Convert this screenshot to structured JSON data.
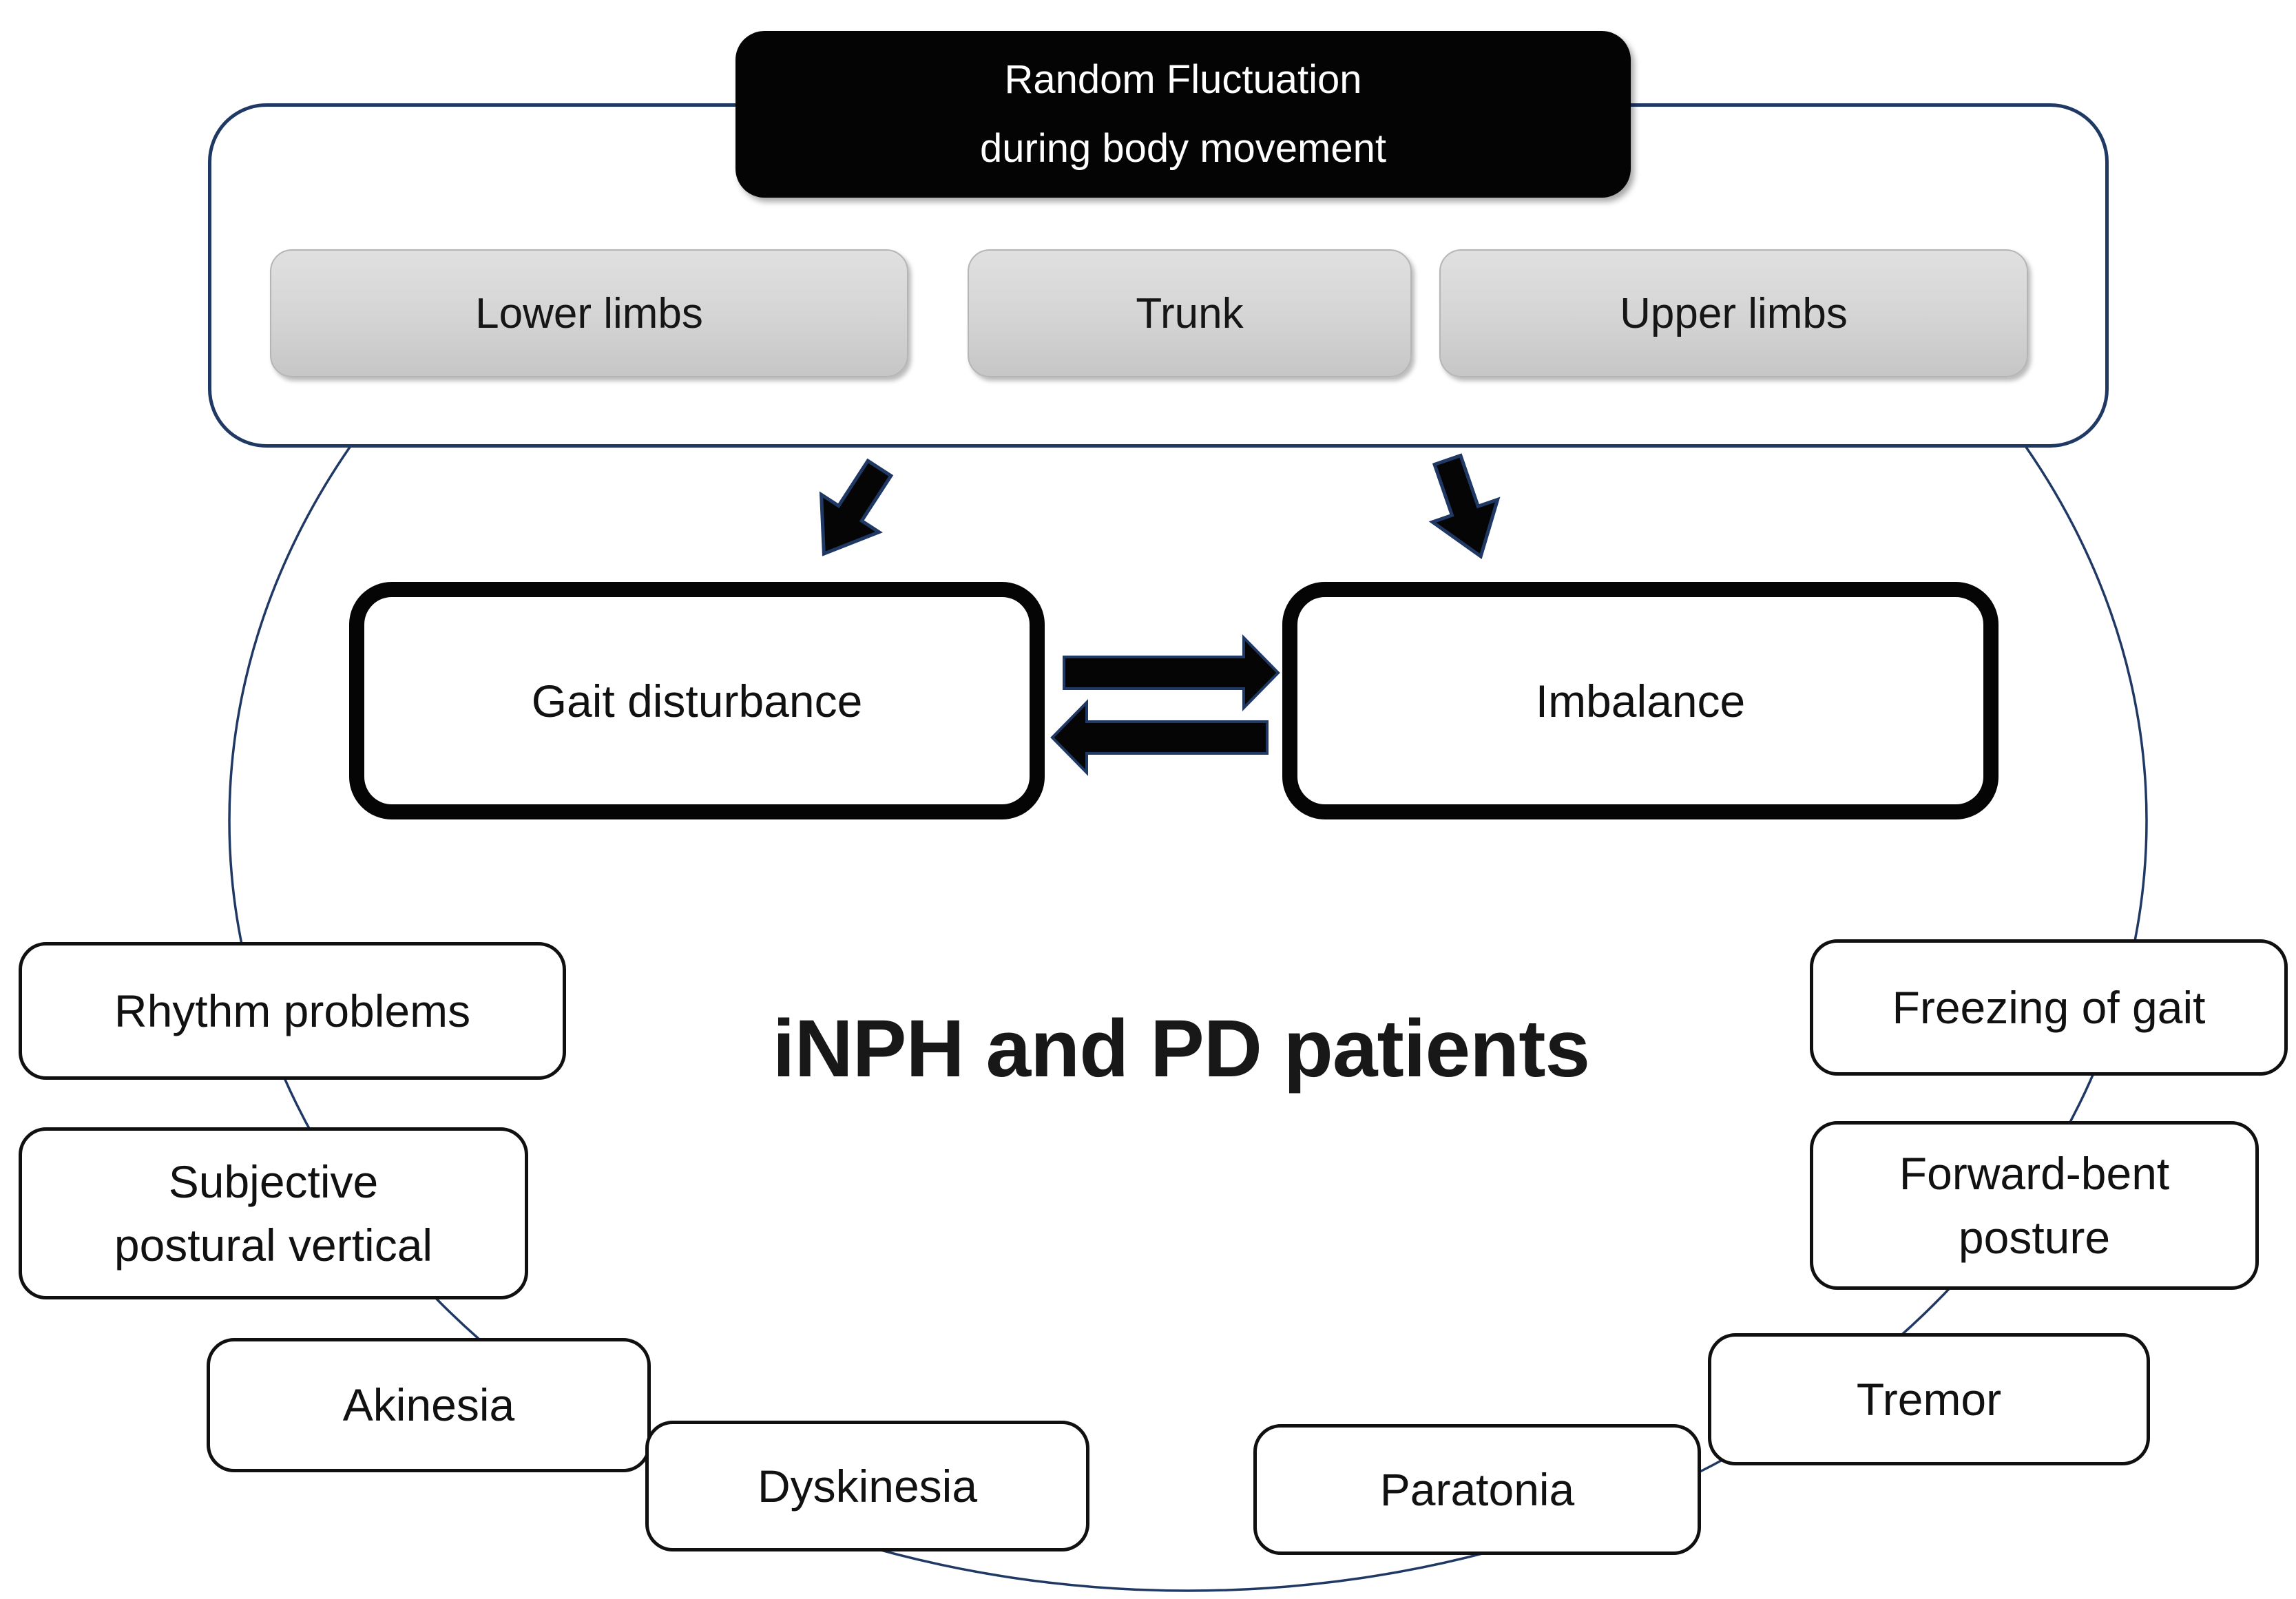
{
  "diagram": {
    "fluctuation_box": {
      "label": "Random Fluctuation\nduring body movement"
    },
    "body_regions": [
      {
        "label": "Lower limbs"
      },
      {
        "label": "Trunk"
      },
      {
        "label": "Upper limbs"
      }
    ],
    "core_symptoms": [
      {
        "label": "Gait disturbance"
      },
      {
        "label": "Imbalance"
      }
    ],
    "center_label": "iNPH and PD patients",
    "peripheral_symptoms": [
      {
        "label": "Rhythm problems"
      },
      {
        "label": "Subjective\npostural vertical"
      },
      {
        "label": "Akinesia"
      },
      {
        "label": "Dyskinesia"
      },
      {
        "label": "Paratonia"
      },
      {
        "label": "Tremor"
      },
      {
        "label": "Forward-bent\nposture"
      },
      {
        "label": "Freezing of gait"
      }
    ],
    "icons": {
      "down_arrow_left": "thick black arrow pointing down-left",
      "down_arrow_right": "thick black arrow pointing down-right",
      "arrow_right": "thick black arrow pointing right",
      "arrow_left": "thick black arrow pointing left",
      "patients_ellipse": "large navy ellipse linking peripheral symptom boxes"
    },
    "colors": {
      "navy": "#1f3864",
      "ink": "#050505",
      "gray_box_top": "#e0e0e0",
      "gray_box_bottom": "#c6c6c6",
      "white": "#ffffff"
    }
  }
}
